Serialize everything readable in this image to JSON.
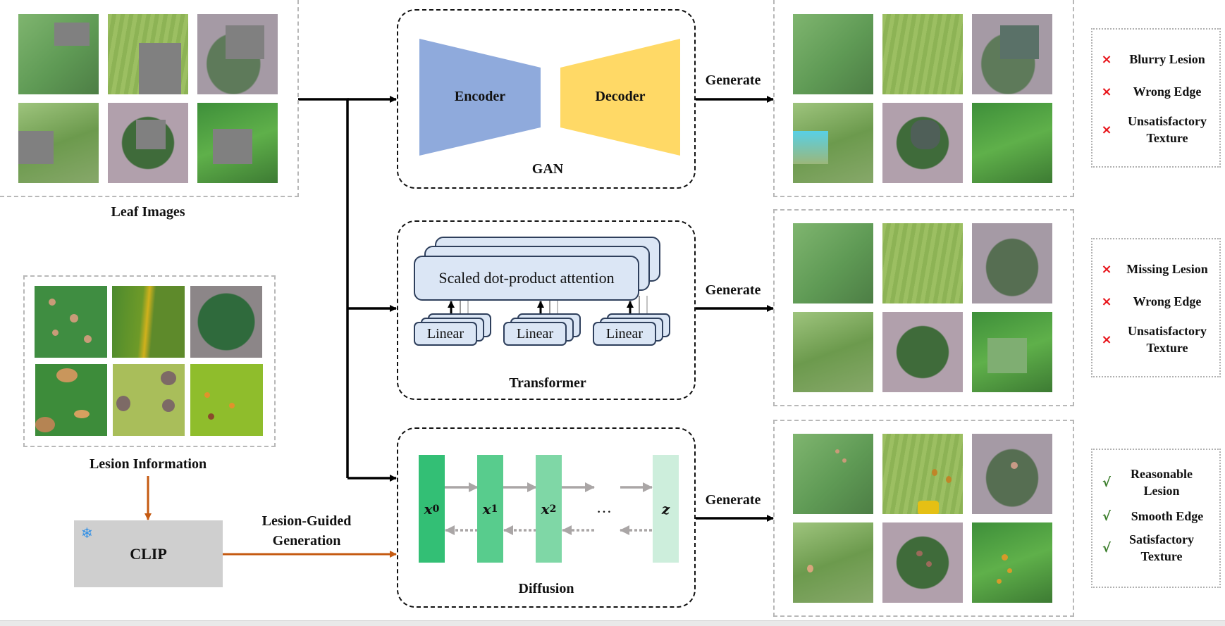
{
  "inputs": {
    "leaf_images_label": "Leaf Images",
    "lesion_information_label": "Lesion Information"
  },
  "clip": {
    "label": "CLIP",
    "icon": "snowflake-icon",
    "guidance_label_line1": "Lesion-Guided",
    "guidance_label_line2": "Generation"
  },
  "modules": {
    "gan": {
      "title": "GAN",
      "encoder_label": "Encoder",
      "decoder_label": "Decoder",
      "encoder_color": "#8faadc",
      "decoder_color": "#ffd966"
    },
    "transformer": {
      "title": "Transformer",
      "attention_label": "Scaled dot-product attention",
      "linear_labels": [
        "Linear",
        "Linear",
        "Linear"
      ],
      "card_color": "#dbe6f5"
    },
    "diffusion": {
      "title": "Diffusion",
      "steps": [
        {
          "symbol": "x",
          "sub": "0",
          "color": "#33bf75"
        },
        {
          "symbol": "x",
          "sub": "1",
          "color": "#58cc8d"
        },
        {
          "symbol": "x",
          "sub": "2",
          "color": "#7fd7a6"
        },
        {
          "symbol": "z",
          "sub": "",
          "color": "#cdeedc"
        }
      ],
      "ellipsis": "…"
    }
  },
  "generate_label": "Generate",
  "results": {
    "gan": {
      "criteria": [
        {
          "ok": false,
          "mark": "×",
          "text": "Blurry Lesion"
        },
        {
          "ok": false,
          "mark": "×",
          "text": "Wrong Edge"
        },
        {
          "ok": false,
          "mark": "×",
          "text": "Unsatisfactory Texture"
        }
      ]
    },
    "transformer": {
      "criteria": [
        {
          "ok": false,
          "mark": "×",
          "text": "Missing Lesion"
        },
        {
          "ok": false,
          "mark": "×",
          "text": "Wrong Edge"
        },
        {
          "ok": false,
          "mark": "×",
          "text": "Unsatisfactory Texture"
        }
      ]
    },
    "diffusion": {
      "criteria": [
        {
          "ok": true,
          "mark": "√",
          "text": "Reasonable Lesion"
        },
        {
          "ok": true,
          "mark": "√",
          "text": "Smooth Edge"
        },
        {
          "ok": true,
          "mark": "√",
          "text": "Satisfactory Texture"
        }
      ]
    }
  },
  "colors": {
    "guidance_arrow": "#c55a11",
    "x_mark": "#e8141a",
    "check_mark": "#3a7d2a",
    "clip_bg": "#cfcfcf",
    "mask_gray": "#808080"
  }
}
